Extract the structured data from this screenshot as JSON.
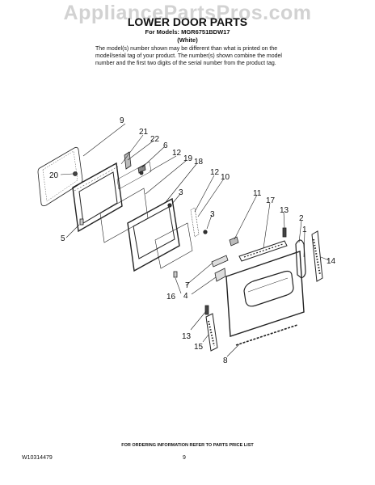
{
  "watermark": "AppliancePartsPros.com",
  "header": {
    "title": "LOWER DOOR PARTS",
    "models_line": "For Models: MGR6751BDW17",
    "color_line": "(White)",
    "note_line1": "The model(s) number shown may be different than what is printed on the",
    "note_line2": "model/serial tag of your product. The number(s) shown combine the model",
    "note_line3": "number and the first two digits of the serial number from the product tag."
  },
  "callouts": {
    "c9": "9",
    "c21": "21",
    "c22": "22",
    "c6": "6",
    "c12a": "12",
    "c19": "19",
    "c18": "18",
    "c12b": "12",
    "c10": "10",
    "c20": "20",
    "c3a": "3",
    "c3b": "3",
    "c5": "5",
    "c11": "11",
    "c17": "17",
    "c13a": "13",
    "c2": "2",
    "c1": "1",
    "c14": "14",
    "c7": "7",
    "c16": "16",
    "c4": "4",
    "c13b": "13",
    "c15": "15",
    "c8": "8"
  },
  "footer": {
    "ordering": "FOR ORDERING INFORMATION REFER TO PARTS PRICE LIST",
    "doc_id": "W10314479",
    "page": "9"
  }
}
